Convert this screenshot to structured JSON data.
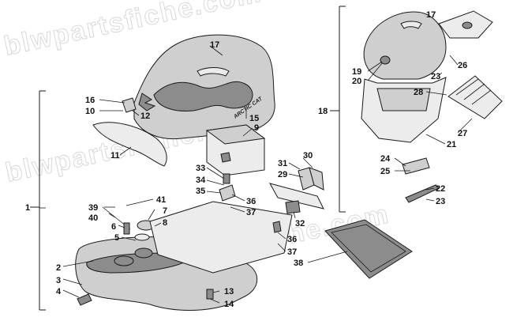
{
  "watermark": "blwpartsfiche.com",
  "seat_badge": "ARCTIC CAT",
  "callouts": [
    "1",
    "2",
    "3",
    "4",
    "5",
    "6",
    "7",
    "8",
    "9",
    "10",
    "11",
    "12",
    "13",
    "14",
    "15",
    "16",
    "17",
    "18",
    "19",
    "20",
    "21",
    "22",
    "23",
    "24",
    "25",
    "26",
    "27",
    "28",
    "29",
    "30",
    "31",
    "32",
    "33",
    "34",
    "35",
    "36",
    "37",
    "38",
    "39",
    "40",
    "41"
  ],
  "colors": {
    "line": "#1a1a1a",
    "fill": "#cfcfcf",
    "shade": "#8c8c8c",
    "watermark": "#d8d8d8"
  }
}
